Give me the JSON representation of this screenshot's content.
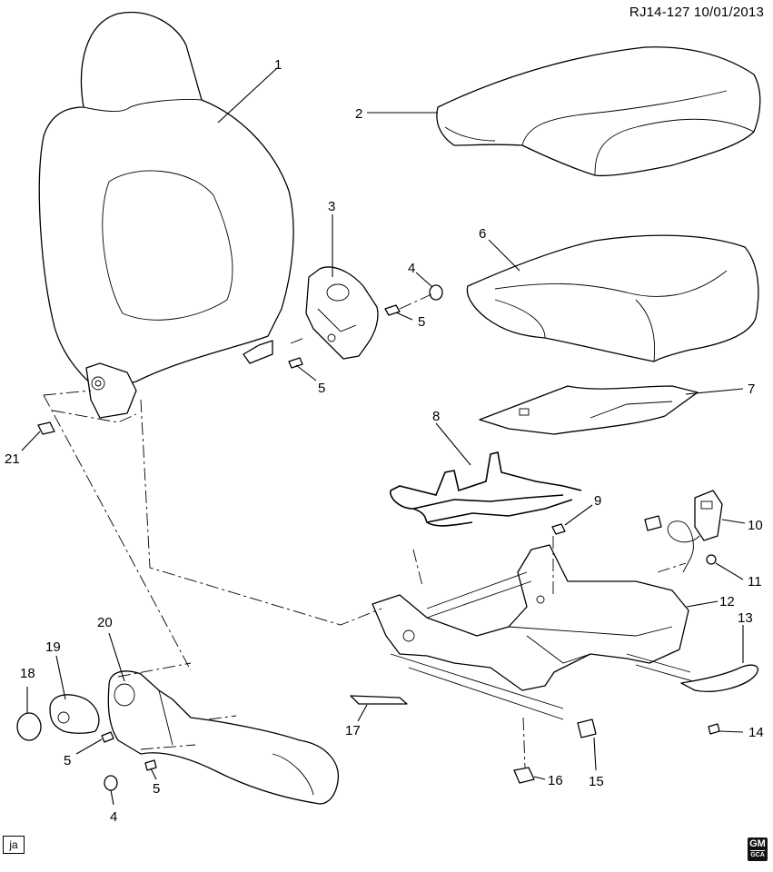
{
  "header": {
    "reference": "RJ14-127 10/01/2013"
  },
  "footer": {
    "tag": "ja",
    "logo_top": "GM",
    "logo_bottom": "GCA"
  },
  "callouts": [
    "1",
    "2",
    "3",
    "4",
    "5",
    "5",
    "6",
    "7",
    "8",
    "9",
    "10",
    "11",
    "12",
    "13",
    "14",
    "15",
    "16",
    "17",
    "18",
    "19",
    "20",
    "21",
    "5",
    "5",
    "4"
  ],
  "parts": {
    "p1": "seatback",
    "p2": "cushion-cover",
    "p3": "recliner-cover",
    "p4": "plug",
    "p5": "screw",
    "p6": "cushion-pad",
    "p7": "cushion-insulator",
    "p8": "suspension-spring",
    "p9": "nut",
    "p10": "seat-belt-buckle",
    "p11": "nut",
    "p12": "seat-frame",
    "p13": "adjuster-handle",
    "p14": "screw",
    "p15": "clip",
    "p16": "clip",
    "p17": "bracket",
    "p18": "cap",
    "p19": "recliner-handle",
    "p20": "side-shield",
    "p21": "nut"
  }
}
